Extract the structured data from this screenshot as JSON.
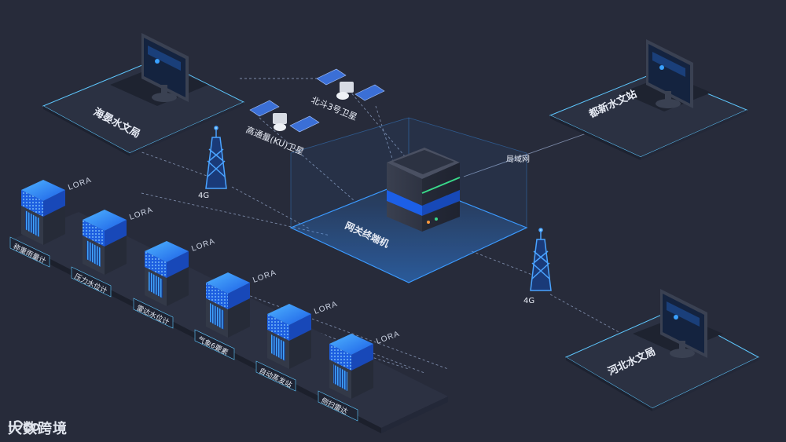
{
  "stations": {
    "haiyan": "海晏水文局",
    "duxin": "都新水文站",
    "hebei": "河北水文局"
  },
  "satellites": {
    "beidou": "北斗3号卫星",
    "ku": "高通量(KU)卫星"
  },
  "network": {
    "gateway": "网关终端机",
    "lan": "局域网",
    "tower_left": "4G",
    "tower_right": "4G"
  },
  "devices": [
    {
      "label": "称重雨量计",
      "link": "LORA"
    },
    {
      "label": "压力水位计",
      "link": "LORA"
    },
    {
      "label": "雷达水位计",
      "link": "LORA"
    },
    {
      "label": "气象6要素",
      "link": "LORA"
    },
    {
      "label": "自动蒸发站",
      "link": "LORA"
    },
    {
      "label": "侧扫雷达",
      "link": "LORA"
    }
  ],
  "brand": {
    "name": "大数跨境"
  },
  "colors": {
    "background": "#272b3a",
    "accent": "#2f8cff",
    "platform": "#2a2f40",
    "outline": "#5ec8ff"
  }
}
